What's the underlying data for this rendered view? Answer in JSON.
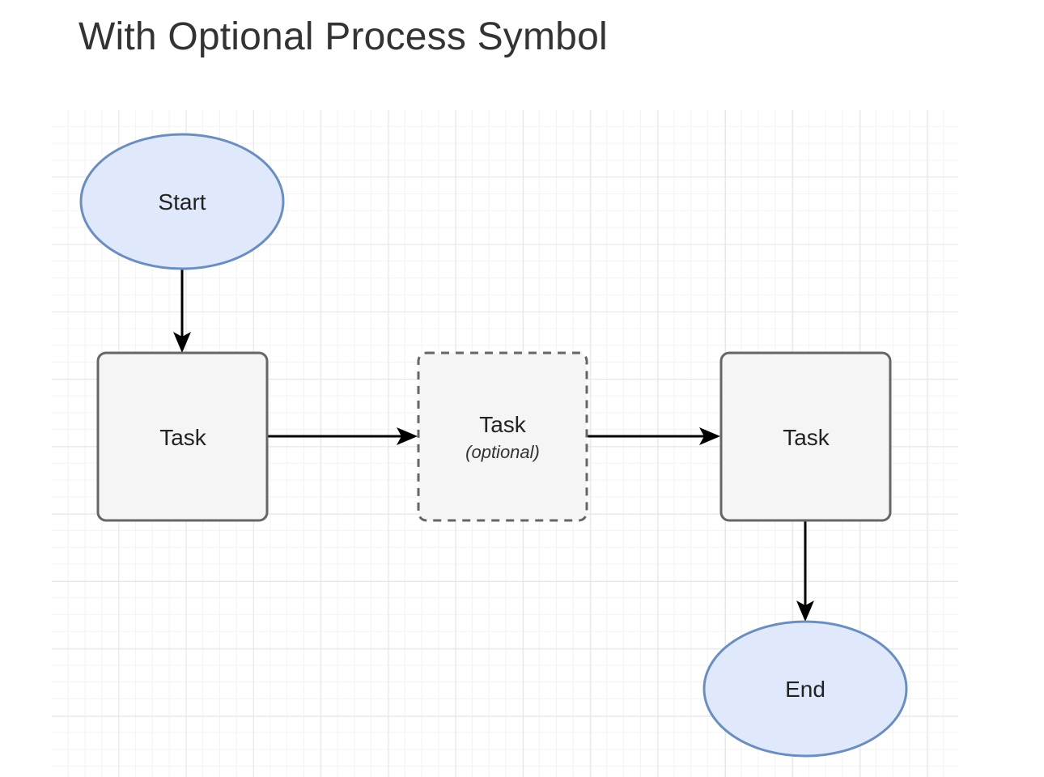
{
  "title": "With Optional Process Symbol",
  "colors": {
    "terminal_fill": "#dfe9fb",
    "terminal_stroke": "#6c8ebf",
    "process_fill": "#f5f5f5",
    "process_stroke": "#666666",
    "arrow": "#000000"
  },
  "nodes": {
    "start": {
      "label": "Start"
    },
    "task1": {
      "label": "Task"
    },
    "task_optional": {
      "label": "Task",
      "sublabel": "(optional)"
    },
    "task3": {
      "label": "Task"
    },
    "end": {
      "label": "End"
    }
  }
}
